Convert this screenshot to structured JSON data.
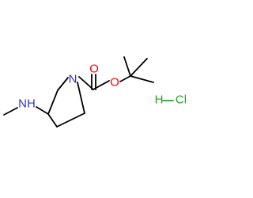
{
  "molecule": {
    "atoms": {
      "nh": "NH",
      "n_ring": "N",
      "o_carbonyl": "O",
      "o_ester": "O",
      "h_hcl": "H",
      "cl": "Cl"
    }
  },
  "colors": {
    "bond": "#000000",
    "nitrogen": "#3333cc",
    "oxygen": "#ff0000",
    "hydrogen_chloride": "#2aa02a"
  }
}
